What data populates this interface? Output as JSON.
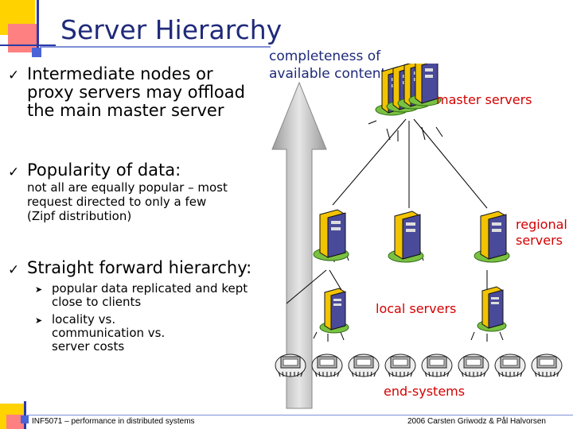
{
  "title": "Server Hierarchy",
  "bullets": [
    {
      "head": [
        "Intermediate nodes or",
        "proxy servers may offload",
        "the main master server"
      ]
    },
    {
      "head": [
        "Popularity of data:"
      ],
      "sub": [
        "not all are equally popular – most",
        "request directed to only a few",
        "(Zipf distribution)"
      ]
    },
    {
      "head": [
        "Straight forward hierarchy:"
      ],
      "items": [
        [
          "popular data replicated and kept",
          "close to clients"
        ],
        [
          "locality vs.",
          "communication vs.",
          "server costs"
        ]
      ]
    }
  ],
  "arrow_label": [
    "completeness of",
    "available content"
  ],
  "labels": {
    "master": "master servers",
    "regional": [
      "regional",
      "servers"
    ],
    "local": "local servers",
    "end": "end-systems"
  },
  "footer": {
    "left": "INF5071 – performance in distributed systems",
    "right": "2006 Carsten Griwodz & Pål Halvorsen"
  },
  "colors": {
    "title": "#1f2a7a",
    "accent_red": "#d40000",
    "square_yellow": "#ffd200",
    "square_red": "#ff8080",
    "square_blue": "#4a64d8"
  },
  "icons": {
    "bullet": "checkmark-icon",
    "sub_bullet": "arrowhead-icon",
    "server": "server-tower-icon",
    "client": "terminal-icon"
  }
}
